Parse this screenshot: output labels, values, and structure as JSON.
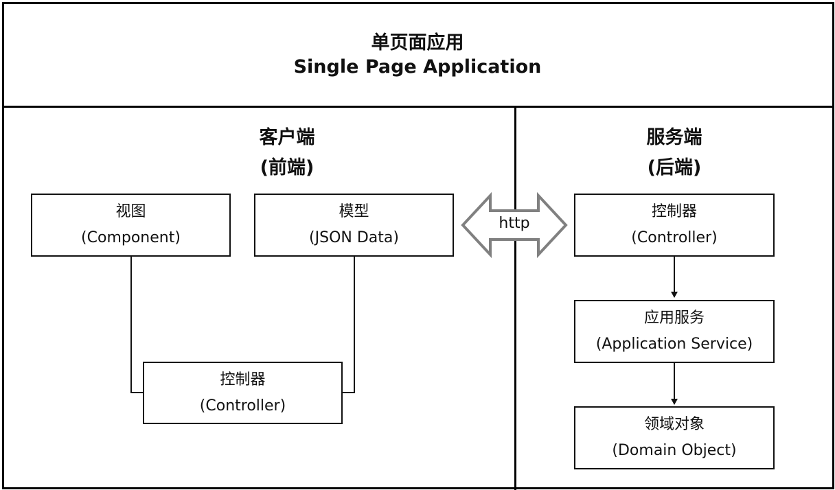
{
  "header": {
    "title_zh": "单页面应用",
    "title_en": "Single Page Application"
  },
  "client": {
    "title": "客户端",
    "subtitle": "(前端)",
    "view": {
      "zh": "视图",
      "en": "(Component)"
    },
    "model": {
      "zh": "模型",
      "en": "(JSON Data)"
    },
    "controller": {
      "zh": "控制器",
      "en": "(Controller)"
    }
  },
  "connector": {
    "label": "http"
  },
  "server": {
    "title": "服务端",
    "subtitle": "(后端)",
    "controller": {
      "zh": "控制器",
      "en": "(Controller)"
    },
    "app_service": {
      "zh": "应用服务",
      "en": "(Application Service)"
    },
    "domain_object": {
      "zh": "领域对象",
      "en": "(Domain Object)"
    }
  }
}
